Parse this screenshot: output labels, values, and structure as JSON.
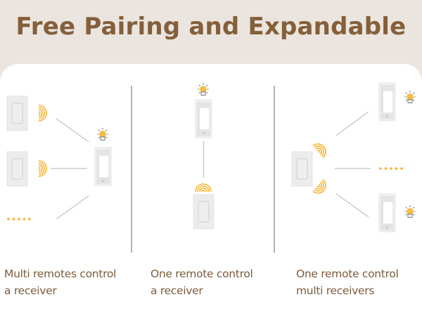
{
  "header": {
    "title": "Free Pairing and Expandable"
  },
  "colors": {
    "title": "#845f3a",
    "caption": "#7c5c3c",
    "signal": "#f6b12e",
    "background": "#ebe5df",
    "card": "#ffffff",
    "line": "#c4c4c4"
  },
  "panels": [
    {
      "id": "multi-remotes",
      "caption_line1": "Multi remotes control",
      "caption_line2": "a receiver",
      "remotes": 2,
      "more_indicator": ".....",
      "receivers": 1
    },
    {
      "id": "one-to-one",
      "caption_line1": "One remote control",
      "caption_line2": "a receiver",
      "remotes": 1,
      "receivers": 1
    },
    {
      "id": "one-to-multi",
      "caption_line1": "One remote control",
      "caption_line2": "multi receivers",
      "remotes": 1,
      "more_indicator": ".....",
      "receivers": 2
    }
  ],
  "icons": [
    "remote-switch-icon",
    "receiver-switch-icon",
    "light-bulb-icon",
    "wireless-signal-icon",
    "more-dots-icon"
  ]
}
